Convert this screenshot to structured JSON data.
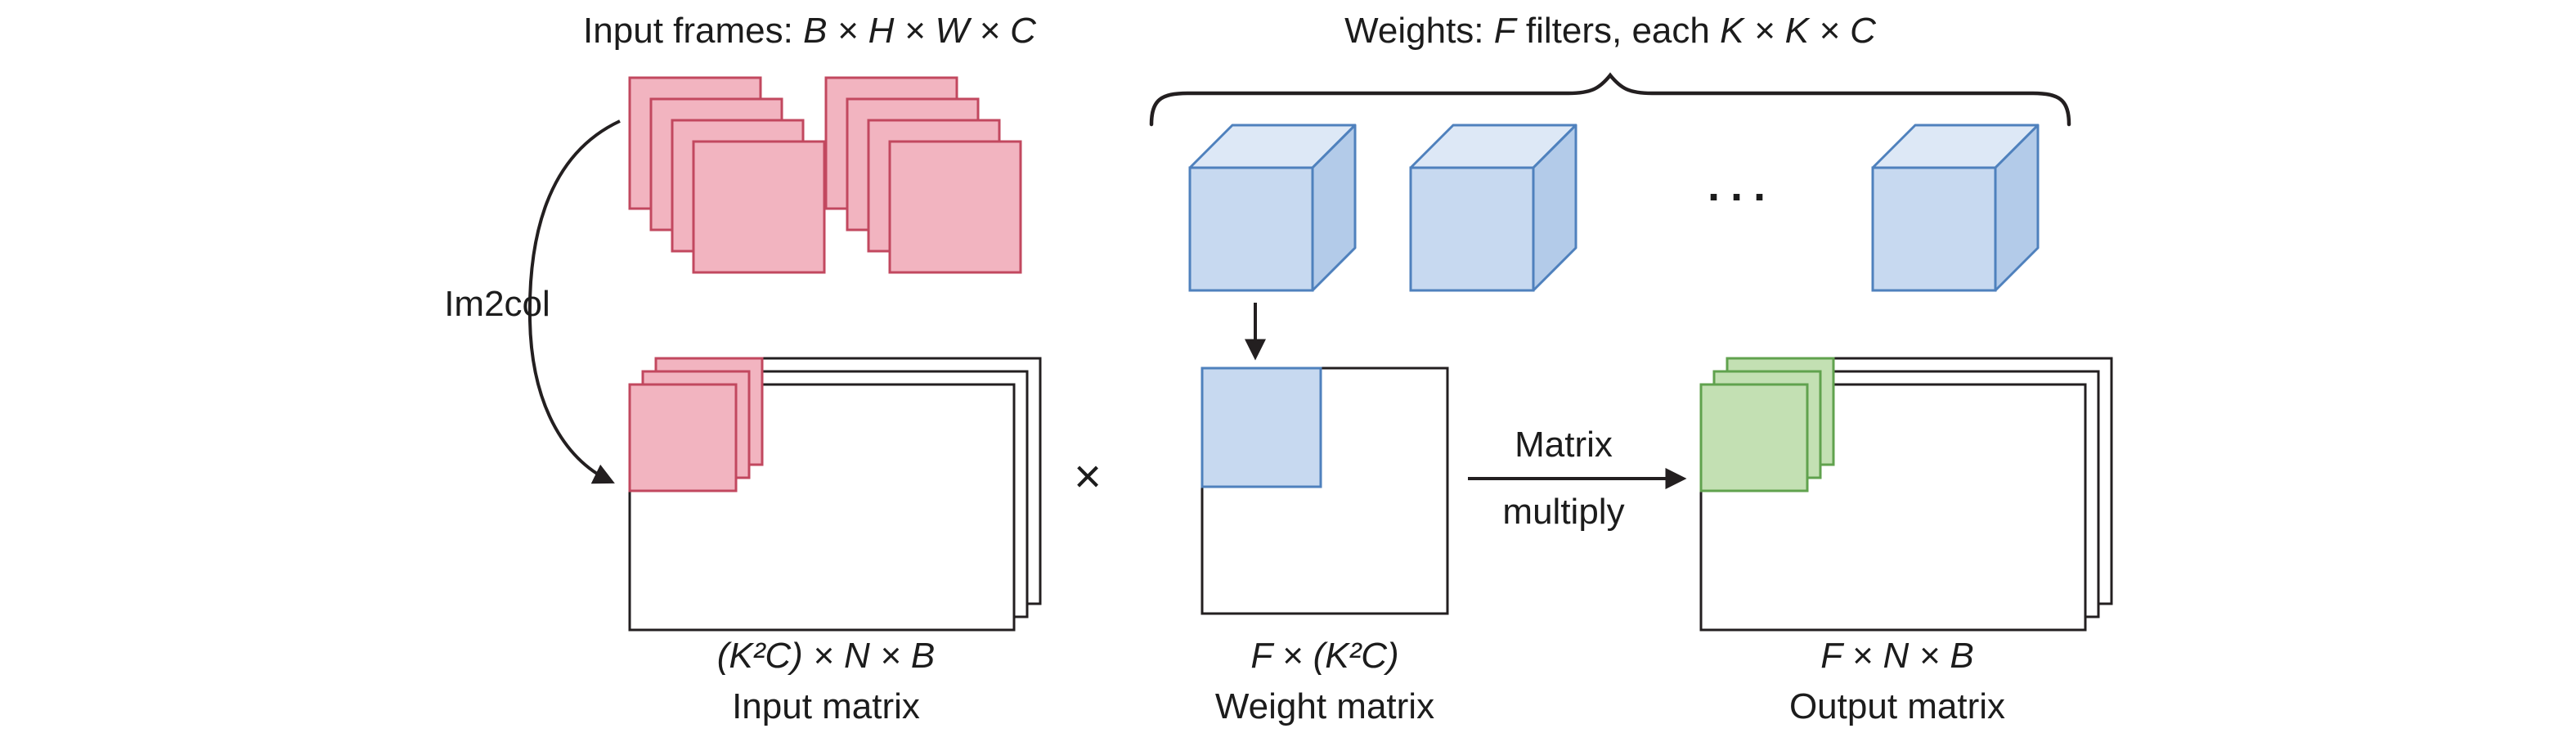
{
  "diagram": {
    "titles": {
      "input_frames_prefix": "Input frames: ",
      "input_frames_math": "B × H × W × C",
      "weights_prefix": "Weights: ",
      "weights_f": "F",
      "weights_mid": " filters, each ",
      "weights_math": "K × K × C"
    },
    "labels": {
      "im2col": "Im2col",
      "times": "×",
      "ellipsis": "···",
      "matrix_multiply_line1": "Matrix",
      "matrix_multiply_line2": "multiply"
    },
    "matrices": {
      "input": {
        "dims": "(K²C) × N × B",
        "caption": "Input matrix"
      },
      "weight": {
        "dims": "F × (K²C)",
        "caption": "Weight matrix"
      },
      "output": {
        "dims": "F × N × B",
        "caption": "Output matrix"
      }
    },
    "icons": {
      "im2col_arrow": "curved-arrow-icon",
      "filter_drop_arrow": "down-arrow-icon",
      "matrix_multiply_arrow": "right-arrow-icon",
      "weights_brace": "curly-brace-icon"
    },
    "colors": {
      "background": "#ffffff",
      "line": "#231f20",
      "pink_fill": "#f2b4c0",
      "pink_stroke": "#c2485f",
      "blue_fill": "#c7d9f0",
      "blue_top_fill": "#dde8f6",
      "blue_side_fill": "#b3cbe9",
      "blue_stroke": "#4f81bd",
      "green_fill": "#c3e0b3",
      "green_stroke": "#60a24e"
    }
  }
}
